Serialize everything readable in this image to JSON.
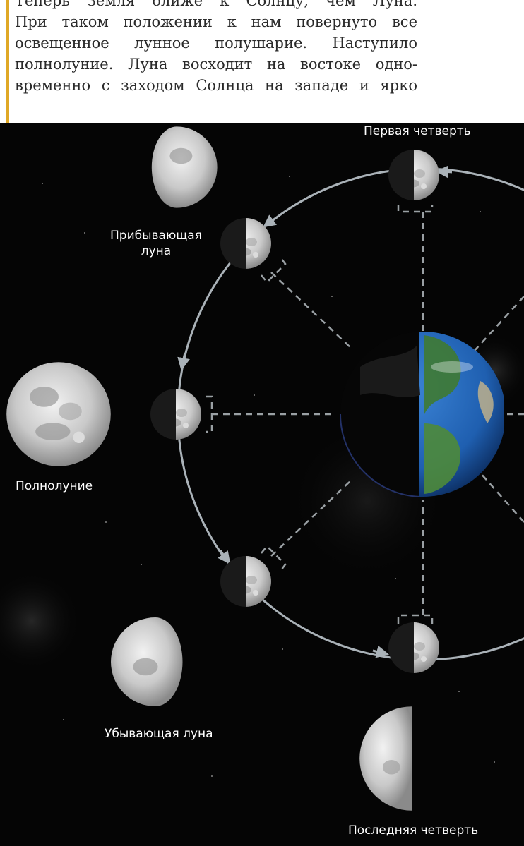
{
  "text": {
    "lines": [
      "Теперь Земля ближе к Солнцу, чем Луна.",
      "При таком положении к нам повернуто все",
      "освещенное лунное полушарие. Наступило",
      "полнолуние. Луна восходит на востоке одно-",
      "временно с заходом Солнца на западе и ярко"
    ]
  },
  "labels": {
    "first_quarter": "Первая четверть",
    "waxing": "Прибывающая\nлуна",
    "full_moon": "Полнолуние",
    "waning": "Убывающая луна",
    "last_quarter": "Последняя четверть"
  },
  "colors": {
    "background": "#050505",
    "orbit": "#aab2b8",
    "guides": "#9aa0a4",
    "accent_bar": "#e0a826",
    "ocean": "#1f5fb0",
    "land": "#3f7a32"
  }
}
